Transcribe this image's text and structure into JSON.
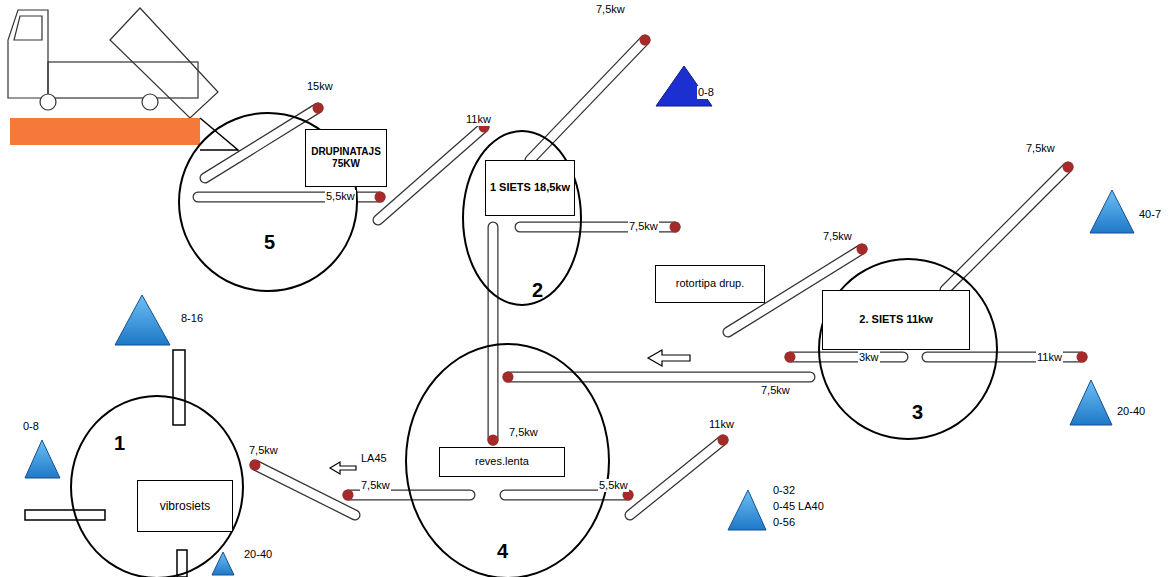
{
  "diagram": {
    "nodes": [
      {
        "text": [
          "5"
        ]
      },
      {
        "text": [
          "DRUPINATAJS 75KW"
        ],
        "in": 0
      },
      {
        "text": [
          "2"
        ]
      },
      {
        "text": [
          "1 SIETS 18,5kw"
        ],
        "in": 2
      },
      {
        "text": [
          "rotortipa drup."
        ]
      },
      {
        "text": [
          "3"
        ]
      },
      {
        "text": [
          "2. SIETS 11kw"
        ],
        "in": 5
      },
      {
        "text": [
          "1"
        ]
      },
      {
        "text": [
          "vibrosiets"
        ],
        "in": 7
      },
      {
        "text": [
          "4"
        ]
      },
      {
        "text": [
          "reves.lenta"
        ],
        "in": 9
      }
    ],
    "labels": [
      "7,5kw",
      "0-8",
      "15kw",
      "11kw",
      "5,5kw",
      "7,5kw",
      "7,5kw",
      "40-7",
      "7,5kw",
      "8-16",
      "3kw",
      "11kw",
      "0-8",
      "7,5kw",
      "20-40",
      "7,5kw",
      "7,5kw",
      "LA45",
      "11kw",
      "7,5kw",
      "5,5kw",
      "0-32",
      "0-45 LA40",
      "0-56",
      "20-40"
    ]
  }
}
